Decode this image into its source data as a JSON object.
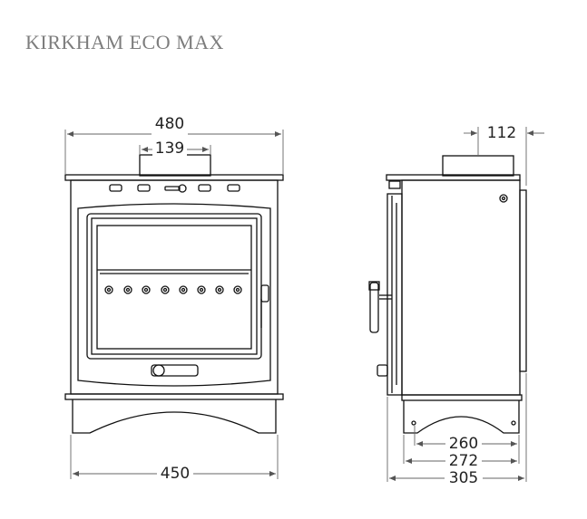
{
  "title": "KIRKHAM ECO MAX",
  "dimensions": {
    "front_overall_width": "480",
    "flue_collar_width": "139",
    "base_width": "450",
    "flue_offset": "112",
    "depth_base_arch": "260",
    "depth_legs": "272",
    "depth_overall": "305"
  }
}
